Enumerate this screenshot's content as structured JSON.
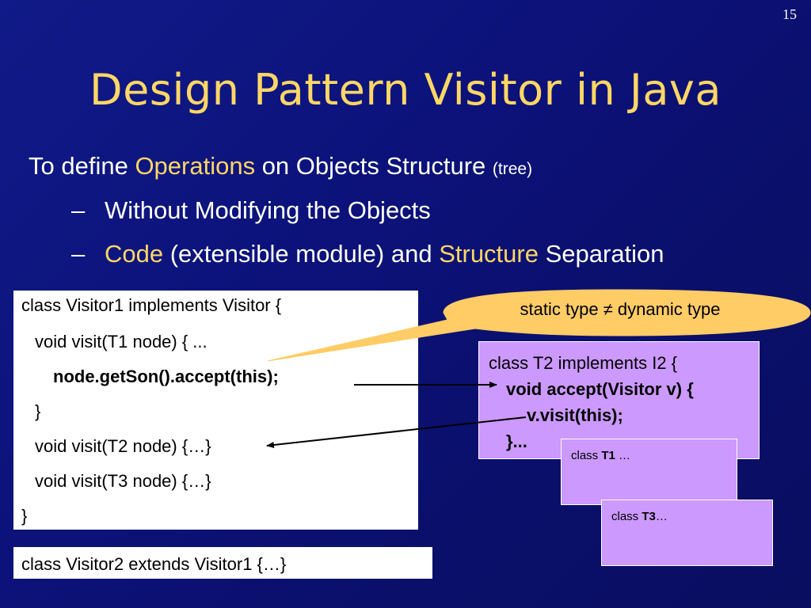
{
  "slide": {
    "number": "15",
    "title": "Design Pattern Visitor in Java"
  },
  "bullets": {
    "main": {
      "prefix": "To define ",
      "highlight": "Operations",
      "middle": " on Objects Structure ",
      "note": "(tree)"
    },
    "sub1": {
      "dash": "–",
      "text": "Without Modifying the Objects"
    },
    "sub2": {
      "dash": "–",
      "highlight1": "Code",
      "middle": " (extensible module) and ",
      "highlight2": "Structure",
      "suffix": " Separation"
    }
  },
  "visitor1_code": {
    "lines": [
      "class Visitor1 implements Visitor {",
      "void visit(T1 node) { ...",
      "node.getSon().accept(this);",
      "}",
      "void visit(T2 node) {…}",
      "void visit(T3 node) {…}",
      "}"
    ]
  },
  "visitor2_code": {
    "line": "class Visitor2 extends Visitor1 {…}"
  },
  "callout": {
    "text": "static type ≠ dynamic type"
  },
  "t2_code": {
    "lines": [
      "class T2 implements I2 {",
      "void accept(Visitor v) {",
      "v.visit(this);",
      "}..."
    ]
  },
  "t1_box": {
    "prefix": "class ",
    "name": "T1",
    "suffix": " …"
  },
  "t3_box": {
    "prefix": "class ",
    "name": "T3",
    "suffix": "…"
  },
  "colors": {
    "background": "#0c127a",
    "title": "#ffd766",
    "accent": "#ffd766",
    "callout_fill": "#ffcc66",
    "class_box_fill": "#cc99ff",
    "code_box_fill": "#ffffff"
  }
}
